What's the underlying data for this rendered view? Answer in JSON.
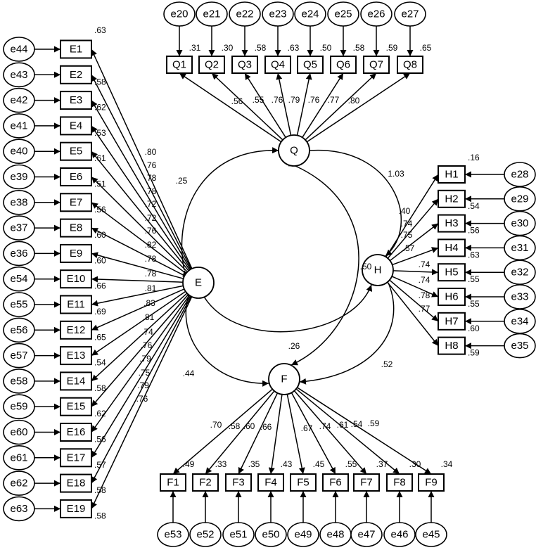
{
  "latents": [
    {
      "id": "Q",
      "label": "Q"
    },
    {
      "id": "E",
      "label": "E"
    },
    {
      "id": "H",
      "label": "H"
    },
    {
      "id": "F",
      "label": "F"
    }
  ],
  "groups": {
    "Q": {
      "indicators": [
        "Q1",
        "Q2",
        "Q3",
        "Q4",
        "Q5",
        "Q6",
        "Q7",
        "Q8"
      ],
      "errors": [
        "e20",
        "e21",
        "e22",
        "e23",
        "e24",
        "e25",
        "e26",
        "e27"
      ],
      "r2": [
        ".31",
        ".30",
        ".58",
        ".63",
        ".50",
        ".58",
        ".59",
        ".65"
      ],
      "loadings": [
        ".56",
        ".55",
        ".76",
        ".79",
        ".76",
        ".77",
        ".80"
      ]
    },
    "E": {
      "indicators": [
        "E1",
        "E2",
        "E3",
        "E4",
        "E5",
        "E6",
        "E7",
        "E8",
        "E9",
        "E10",
        "E11",
        "E12",
        "E13",
        "E14",
        "E15",
        "E16",
        "E17",
        "E18",
        "E19"
      ],
      "errors": [
        "e44",
        "e43",
        "e42",
        "e41",
        "e40",
        "e39",
        "e38",
        "e37",
        "e36",
        "e54",
        "e55",
        "e56",
        "e57",
        "e58",
        "e59",
        "e60",
        "e61",
        "e62",
        "e63"
      ],
      "r2": [
        ".63",
        ".58",
        ".62",
        ".53",
        ".61",
        ".51",
        ".56",
        ".60",
        ".60",
        ".66",
        ".69",
        ".65",
        ".54",
        ".58",
        ".62",
        ".56",
        ".57",
        ".58",
        ".58"
      ],
      "loadings": [
        ".80",
        ".76",
        ".78",
        ".78",
        ".72",
        ".72",
        ".76",
        ".82",
        ".78",
        ".78",
        ".81",
        ".83",
        ".81",
        ".74",
        ".76",
        ".79",
        ".75",
        ".79",
        ".76"
      ]
    },
    "H": {
      "indicators": [
        "H1",
        "H2",
        "H3",
        "H4",
        "H5",
        "H6",
        "H7",
        "H8"
      ],
      "errors": [
        "e28",
        "e29",
        "e30",
        "e31",
        "e32",
        "e33",
        "e34",
        "e35"
      ],
      "r2": [
        ".16",
        ".54",
        ".56",
        ".63",
        ".55",
        ".55",
        ".60",
        ".59"
      ],
      "loadings": [
        ".40",
        ".74",
        ".75",
        ".57",
        ".74",
        ".74",
        ".78",
        ".77"
      ]
    },
    "F": {
      "indicators": [
        "F1",
        "F2",
        "F3",
        "F4",
        "F5",
        "F6",
        "F7",
        "F8",
        "F9"
      ],
      "errors": [
        "e53",
        "e52",
        "e51",
        "e50",
        "e49",
        "e48",
        "e47",
        "e46",
        "e45"
      ],
      "r2": [
        ".49",
        ".33",
        ".35",
        ".43",
        ".45",
        ".55",
        ".37",
        ".30",
        ".34"
      ],
      "loadings": [
        ".70",
        ".58",
        ".60",
        ".66",
        ".67",
        ".74",
        ".61",
        ".54",
        ".59"
      ]
    }
  },
  "correlations": [
    {
      "from": "E",
      "to": "Q",
      "value": ".25"
    },
    {
      "from": "Q",
      "to": "H",
      "value": "1.03"
    },
    {
      "from": "E",
      "to": "H",
      "value": ".50"
    },
    {
      "from": "E",
      "to": "F",
      "value": ".44"
    },
    {
      "from": "Q",
      "to": "F",
      "value": ".26"
    },
    {
      "from": "H",
      "to": "F",
      "value": ".52"
    }
  ],
  "styles": {
    "stroke": "#000000",
    "fill": "#ffffff"
  }
}
